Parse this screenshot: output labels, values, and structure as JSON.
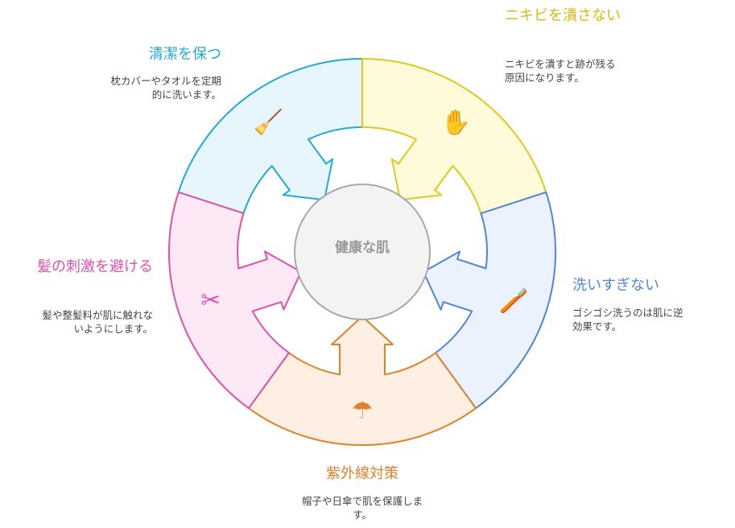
{
  "center": {
    "label": "健康な肌"
  },
  "segments": [
    {
      "key": "clean",
      "title": "清潔を保つ",
      "desc": "枕カバーやタオルを定期的に洗います。",
      "icon": "broom-sparkle-icon",
      "glyph": "🧹",
      "fill": "#e6f6fc",
      "stroke": "#22a9da",
      "text": "#22a9da"
    },
    {
      "key": "acne",
      "title": "ニキビを潰さない",
      "desc": "ニキビを潰すと跡が残る原因になります。",
      "icon": "hand-icon",
      "glyph": "✋",
      "fill": "#fffad9",
      "stroke": "#e3c81b",
      "text": "#d6bb12"
    },
    {
      "key": "wash",
      "title": "洗いすぎない",
      "desc": "ゴシゴシ洗うのは肌に逆効果です。",
      "icon": "brush-hand-icon",
      "glyph": "🪥",
      "fill": "#ebf2fd",
      "stroke": "#4d86df",
      "text": "#4d86df"
    },
    {
      "key": "uv",
      "title": "紫外線対策",
      "desc": "帽子や日傘で肌を保護します。",
      "icon": "umbrella-person-icon",
      "glyph": "☂",
      "fill": "#fdf0e3",
      "stroke": "#e2812c",
      "text": "#e2812c"
    },
    {
      "key": "hair",
      "title": "髪の刺激を避ける",
      "desc": "髪や整髪料が肌に触れないようにします。",
      "icon": "scissors-comb-icon",
      "glyph": "✂",
      "fill": "#fde9f5",
      "stroke": "#e052aa",
      "text": "#e052aa"
    }
  ]
}
